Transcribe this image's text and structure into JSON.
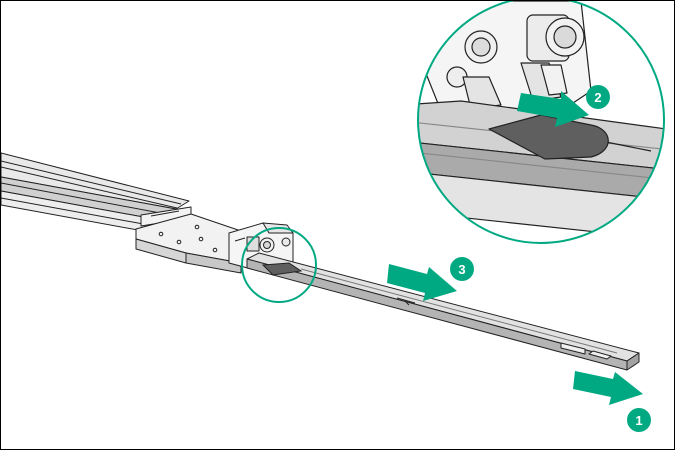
{
  "colors": {
    "accent": "#01a982",
    "line": "#222222",
    "rail_shade": "#c9c9c9",
    "rail_dark": "#8e8e8e",
    "tab": "#5f5f5f",
    "background": "#ffffff"
  },
  "steps": [
    {
      "number": "1",
      "direction": "right"
    },
    {
      "number": "2",
      "direction": "right"
    },
    {
      "number": "3",
      "direction": "right"
    }
  ],
  "icons": [
    "arrow-right-icon",
    "magnifier-circle",
    "release-tab"
  ]
}
